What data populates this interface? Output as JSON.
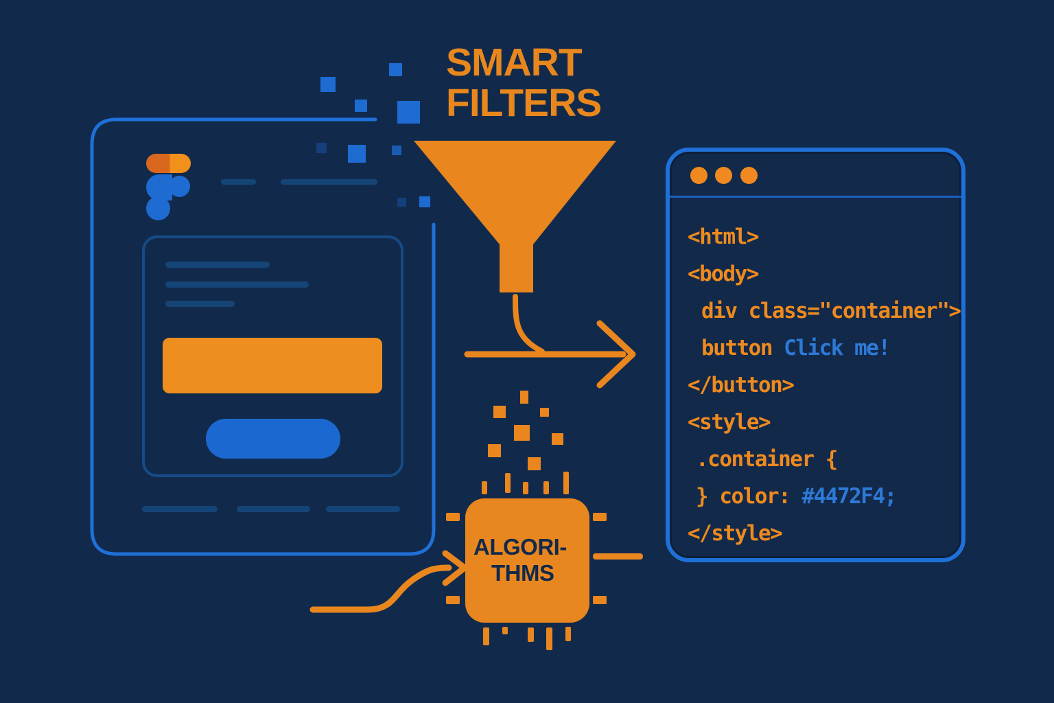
{
  "title": {
    "line1": "SMART",
    "line2": "FILTERS"
  },
  "chip": {
    "label_line1": "ALGORI-",
    "label_line2": "THMS"
  },
  "code_window": {
    "window_controls": [
      "dot",
      "dot",
      "dot"
    ],
    "lines": [
      {
        "indent": 0,
        "parts": [
          {
            "text": "<html>",
            "color": "orange"
          }
        ]
      },
      {
        "indent": 0,
        "parts": [
          {
            "text": "<body>",
            "color": "orange"
          }
        ]
      },
      {
        "indent": 2,
        "parts": [
          {
            "text": "div class=\"container\">",
            "color": "orange"
          }
        ]
      },
      {
        "indent": 2,
        "parts": [
          {
            "text": "button ",
            "color": "orange"
          },
          {
            "text": "Click me!",
            "color": "blue"
          }
        ]
      },
      {
        "indent": 0,
        "parts": [
          {
            "text": "</button>",
            "color": "orange"
          }
        ]
      },
      {
        "indent": 0,
        "parts": [
          {
            "text": "<style>",
            "color": "orange"
          }
        ]
      },
      {
        "indent": 1,
        "parts": [
          {
            "text": ".container {",
            "color": "orange"
          }
        ]
      },
      {
        "indent": 1,
        "parts": [
          {
            "text": "} color: ",
            "color": "orange"
          },
          {
            "text": "#4472F4;",
            "color": "blue"
          }
        ]
      },
      {
        "indent": 0,
        "parts": [
          {
            "text": "</style>",
            "color": "orange"
          }
        ]
      }
    ]
  },
  "icons": [
    "figma-logo",
    "funnel-icon",
    "chip-icon",
    "arrow-right-icon",
    "curve-arrow-icon",
    "window-control-dots",
    "pixel-squares"
  ],
  "colors": {
    "background": "#112A4C",
    "accent_orange": "#E8871E",
    "accent_blue": "#1E6BD2",
    "code_orange": "#EE8A1E",
    "code_blue": "#2D79D6",
    "skeleton_blue": "#154577",
    "chip_text_navy": "#13294B",
    "css_color_value_shown": "#4472F4"
  }
}
